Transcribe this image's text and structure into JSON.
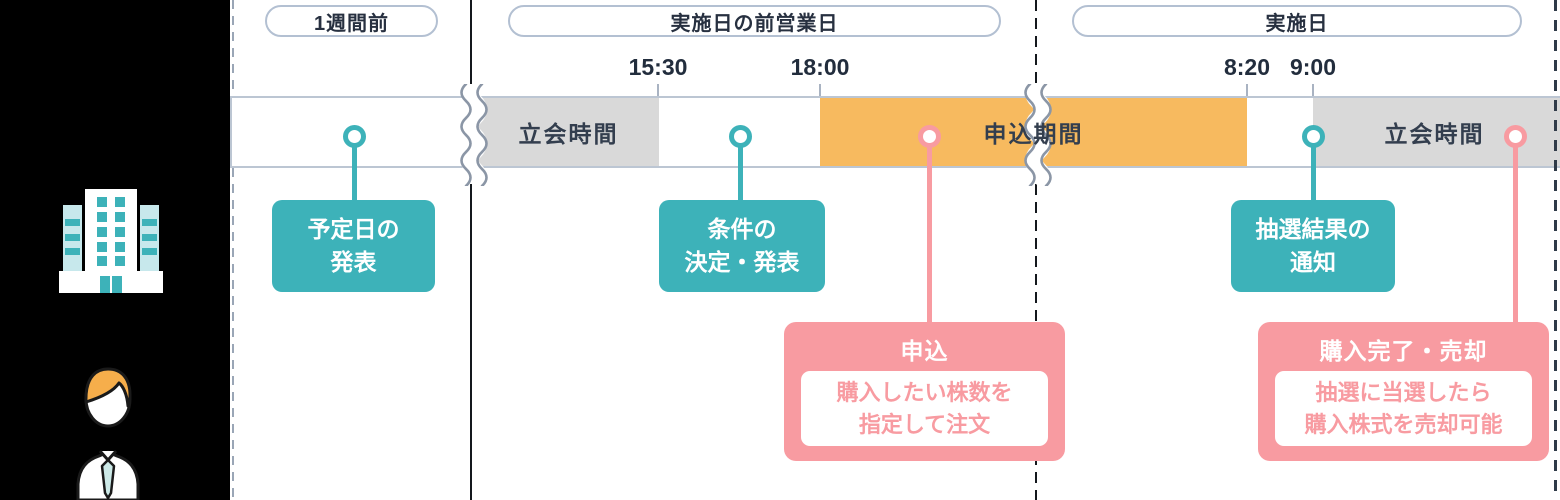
{
  "colors": {
    "panel_bg": "#000000",
    "teal": "#3DB2B9",
    "pink": "#F89BA1",
    "orange": "#F7BA5F",
    "gray_band": "#D9D9D9",
    "band_border": "#BCC6D3",
    "pill_border": "#B3C0D2",
    "text_dark": "#273040",
    "wave": "#8B96A6",
    "divider": "#14181D",
    "edge_dash_left": "#9AA6B6",
    "edge_dash_right": "#2F3A48"
  },
  "icons": {
    "company": "company-building-icon",
    "investor": "investor-person-icon"
  },
  "phases": [
    {
      "label": "1週間前"
    },
    {
      "label": "実施日の前営業日"
    },
    {
      "label": "実施日"
    }
  ],
  "times": [
    {
      "label": "15:30"
    },
    {
      "label": "18:00"
    },
    {
      "label": "8:20"
    },
    {
      "label": "9:00"
    }
  ],
  "band_segments": [
    {
      "label": "立会時間"
    },
    {
      "label": "申込期間"
    },
    {
      "label": "立会時間"
    }
  ],
  "events": [
    {
      "line1": "予定日の",
      "line2": "発表"
    },
    {
      "line1": "条件の",
      "line2": "決定・発表"
    },
    {
      "line1": "抽選結果の",
      "line2": "通知"
    }
  ],
  "callouts": [
    {
      "title": "申込",
      "line1": "購入したい株数を",
      "line2": "指定して注文"
    },
    {
      "title": "購入完了・売却",
      "line1": "抽選に当選したら",
      "line2": "購入株式を売却可能"
    }
  ]
}
